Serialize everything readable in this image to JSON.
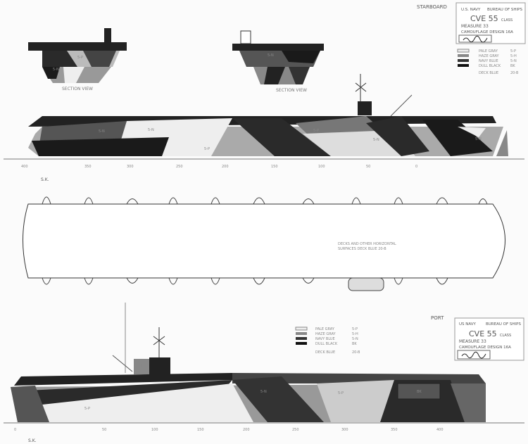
{
  "starboard": {
    "label": "STARBOARD",
    "title_block": {
      "agency": "U.S. NAVY",
      "bureau": "BUREAU OF SHIPS",
      "ship_class": "CVE 55",
      "class_suffix": "CLASS",
      "measure": "MEASURE 33",
      "design": "CAMOUFLAGE DESIGN 16A"
    },
    "sections": [
      "SECTION VIEW",
      "SECTION VIEW"
    ]
  },
  "legend": {
    "items": [
      {
        "name": "PALE GRAY",
        "code": "5-P",
        "color": "#e6e6e6"
      },
      {
        "name": "HAZE GRAY",
        "code": "5-H",
        "color": "#8a8a8a"
      },
      {
        "name": "NAVY BLUE",
        "code": "5-N",
        "color": "#3a3a3a"
      },
      {
        "name": "DULL BLACK",
        "code": "BK",
        "color": "#111111"
      }
    ],
    "deck": {
      "name": "DECK BLUE",
      "code": "20-B"
    }
  },
  "plan": {
    "note_line1": "DECKS AND OTHER HORIZONTAL",
    "note_line2": "SURFACES DECK BLUE 20-B"
  },
  "port": {
    "label": "PORT",
    "title_block": {
      "agency": "US NAVY",
      "bureau": "BUREAU OF SHIPS",
      "ship_class": "CVE 55",
      "class_suffix": "CLASS",
      "measure": "MEASURE 33",
      "design": "CAMOUFLAGE DESIGN 16A"
    }
  },
  "scale_mark": "S.K.",
  "camo_codes": {
    "pale": "5-P",
    "haze": "5-H",
    "navy": "5-N",
    "black": "BK"
  },
  "frame_ticks_top": [
    "400",
    "350",
    "300",
    "250",
    "200",
    "150",
    "100",
    "50",
    "0"
  ],
  "frame_ticks_bottom": [
    "0",
    "50",
    "100",
    "150",
    "200",
    "250",
    "300",
    "350",
    "400"
  ]
}
